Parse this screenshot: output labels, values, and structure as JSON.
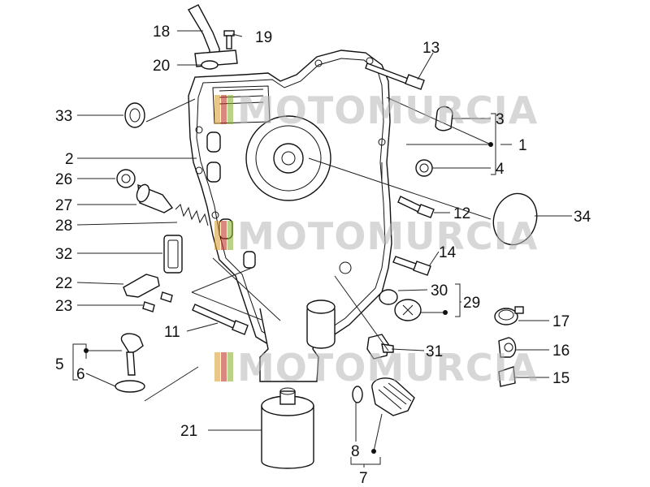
{
  "watermark": {
    "text": "MOTOMURCIA",
    "colors": [
      "#d9a23a",
      "#c0392b",
      "#8fb339"
    ]
  },
  "callouts": {
    "c1": "1",
    "c2": "2",
    "c3": "3",
    "c4": "4",
    "c5": "5",
    "c6": "6",
    "c7": "7",
    "c8": "8",
    "c11": "11",
    "c12": "12",
    "c13": "13",
    "c14": "14",
    "c15": "15",
    "c16": "16",
    "c17": "17",
    "c18": "18",
    "c19": "19",
    "c20": "20",
    "c21": "21",
    "c22": "22",
    "c23": "23",
    "c26": "26",
    "c27": "27",
    "c28": "28",
    "c29": "29",
    "c30": "30",
    "c31": "31",
    "c32": "32",
    "c33": "33",
    "c34": "34"
  }
}
